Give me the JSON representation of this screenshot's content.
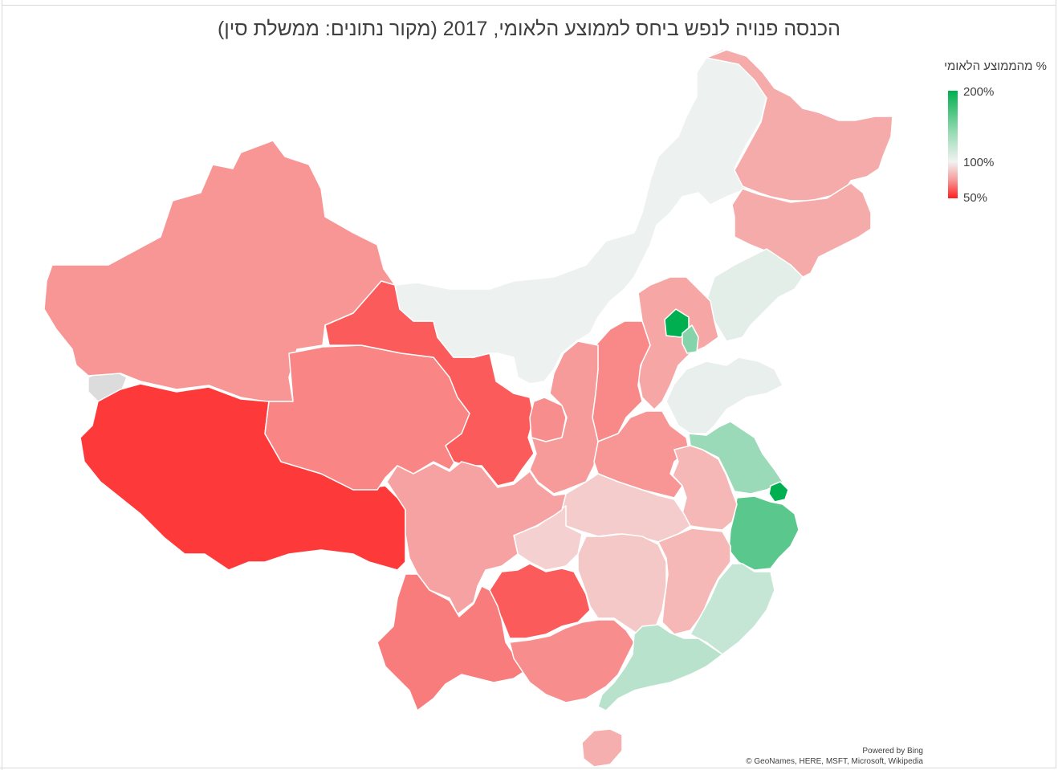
{
  "title": "הכנסה פנויה לנפש ביחס לממוצע הלאומי, 2017 (מקור נתונים: ממשלת סין)",
  "legend": {
    "title": "% מהממוצע הלאומי",
    "labels": [
      "200%",
      "100%",
      "50%"
    ]
  },
  "attribution": {
    "line1": "Powered by Bing",
    "line2": "© GeoNames, HERE, MSFT, Microsoft, Wikipedia"
  },
  "colors": {
    "high": "#00b050",
    "mid": "#f2f2f2",
    "low": "#ff2020",
    "no_data": "#dcdcdc"
  },
  "regions_pct_of_national_average": {
    "Xinjiang": 0.78,
    "Tibet": 0.56,
    "Qinghai": 0.74,
    "Gansu": 0.64,
    "Ningxia": 0.76,
    "Inner Mongolia": 1.02,
    "Heilongjiang": 0.83,
    "Jilin": 0.83,
    "Liaoning": 1.06,
    "Beijing": 2.2,
    "Tianjin": 1.45,
    "Hebei": 0.82,
    "Shanxi": 0.75,
    "Shaanxi": 0.79,
    "Henan": 0.78,
    "Shandong": 1.04,
    "Jiangsu": 1.36,
    "Shanghai": 2.25,
    "Zhejiang": 1.63,
    "Anhui": 0.86,
    "Hubei": 0.91,
    "Chongqing": 0.92,
    "Sichuan": 0.81,
    "Guizhou": 0.64,
    "Yunnan": 0.72,
    "Hunan": 0.9,
    "Jiangxi": 0.86,
    "Fujian": 1.18,
    "Guangdong": 1.24,
    "Guangxi": 0.76,
    "Hainan": 0.84
  }
}
